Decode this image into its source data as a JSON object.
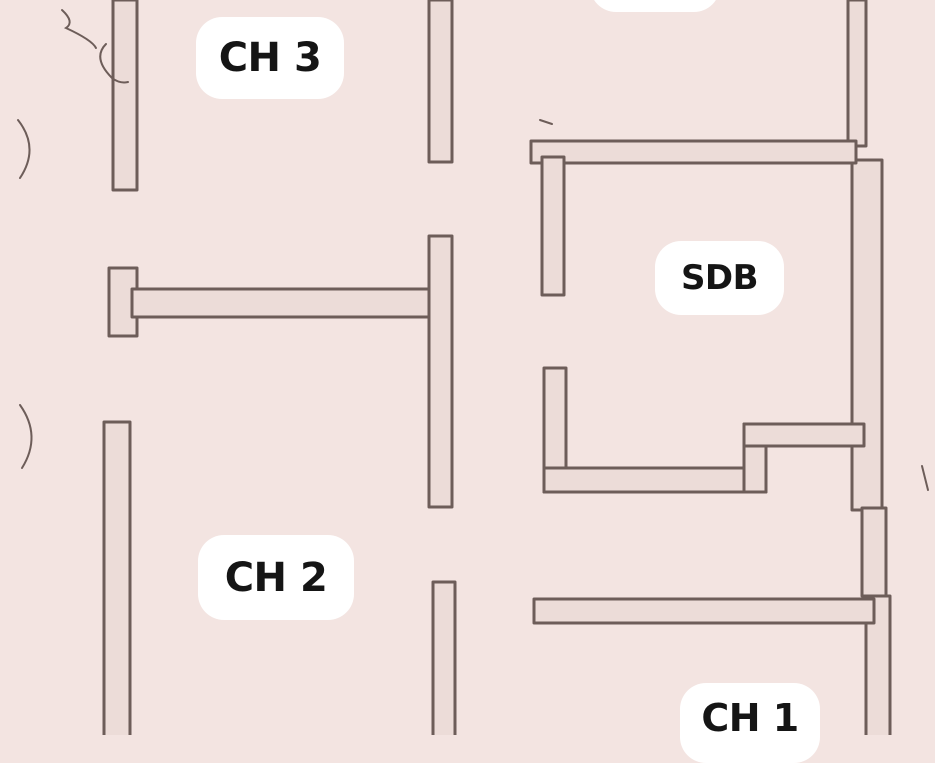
{
  "rooms": {
    "ch3": "CH 3",
    "sdb": "SDB",
    "ch2": "CH 2",
    "ch1": "CH 1",
    "top": ""
  },
  "colors": {
    "paper": "#f3e4e1",
    "wall_stroke": "#6d5d59",
    "wall_fill": "#ecdcd8",
    "label_bg": "#ffffff",
    "label_text": "#151515"
  }
}
